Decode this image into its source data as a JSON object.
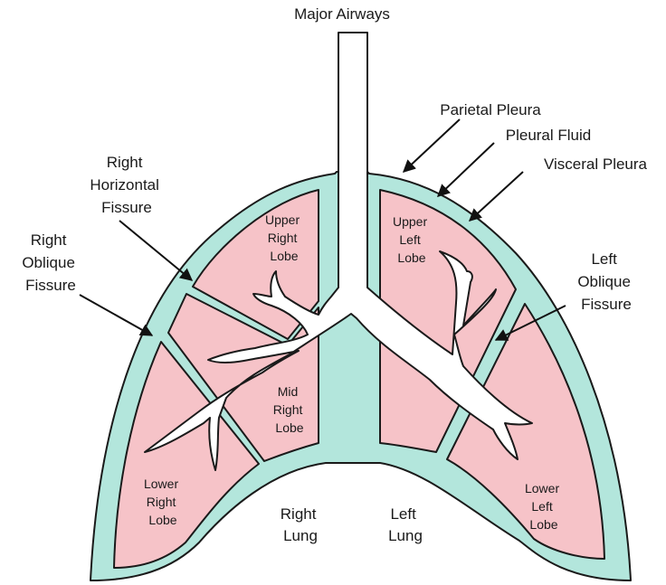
{
  "colors": {
    "pleura": "#b3e6dc",
    "lobe": "#f6c3c8",
    "airway": "#ffffff",
    "stroke": "#1a1a1a"
  },
  "labels": {
    "major_airways": "Major Airways",
    "parietal_pleura": "Parietal Pleura",
    "pleural_fluid": "Pleural Fluid",
    "visceral_pleura": "Visceral Pleura",
    "right_horizontal_fissure": [
      "Right",
      "Horizontal",
      "Fissure"
    ],
    "right_oblique_fissure": [
      "Right",
      "Oblique",
      "Fissure"
    ],
    "left_oblique_fissure": [
      "Left",
      "Oblique",
      "Fissure"
    ],
    "upper_right_lobe": [
      "Upper",
      "Right",
      "Lobe"
    ],
    "mid_right_lobe": [
      "Mid",
      "Right",
      "Lobe"
    ],
    "lower_right_lobe": [
      "Lower",
      "Right",
      "Lobe"
    ],
    "upper_left_lobe": [
      "Upper",
      "Left",
      "Lobe"
    ],
    "lower_left_lobe": [
      "Lower",
      "Left",
      "Lobe"
    ],
    "right_lung": [
      "Right",
      "Lung"
    ],
    "left_lung": [
      "Left",
      "Lung"
    ]
  }
}
